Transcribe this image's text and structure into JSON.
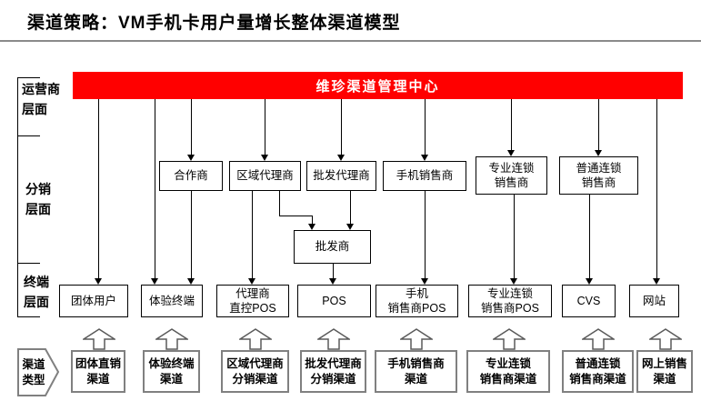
{
  "title": "渠道策略：VM手机卡用户量增长整体渠道模型",
  "colors": {
    "banner_bg": "#ff0000",
    "banner_text": "#ffffff",
    "line": "#000000",
    "channel_box_border": "#808080"
  },
  "side_labels": {
    "operator_layer": "运营商\n层面",
    "distribution_layer": "分销\n层面",
    "terminal_layer": "终端\n层面",
    "channel_type": "渠道\n类型"
  },
  "banner": {
    "label": "维珍渠道管理中心"
  },
  "distribution_row": [
    {
      "label": "合作商"
    },
    {
      "label": "区域代理商"
    },
    {
      "label": "批发代理商"
    },
    {
      "label": "手机销售商"
    },
    {
      "label": "专业连锁\n销售商"
    },
    {
      "label": "普通连锁\n销售商"
    }
  ],
  "wholesaler": {
    "label": "批发商"
  },
  "terminal_row": [
    {
      "label": "团体用户"
    },
    {
      "label": "体验终端"
    },
    {
      "label": "代理商\n直控POS"
    },
    {
      "label": "POS"
    },
    {
      "label": "手机\n销售商POS"
    },
    {
      "label": "专业连锁\n销售商POS"
    },
    {
      "label": "CVS"
    },
    {
      "label": "网站"
    }
  ],
  "channel_row": [
    {
      "label": "团体直销\n渠道"
    },
    {
      "label": "体验终端\n渠道"
    },
    {
      "label": "区域代理商\n分销渠道"
    },
    {
      "label": "批发代理商\n分销渠道"
    },
    {
      "label": "手机销售商\n渠道"
    },
    {
      "label": "专业连锁\n销售商渠道"
    },
    {
      "label": "普通连锁\n销售商渠道"
    },
    {
      "label": "网上销售\n渠道"
    }
  ]
}
